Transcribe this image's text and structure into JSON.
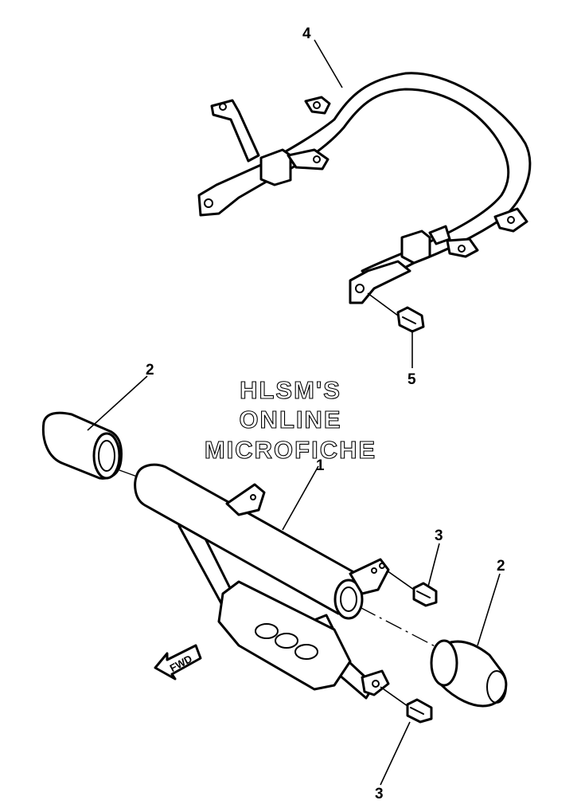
{
  "watermark": {
    "line1": "HLSM'S",
    "line2": "ONLINE",
    "line3": "MICROFICHE"
  },
  "callouts": {
    "part4": "4",
    "part5": "5",
    "part2_left": "2",
    "part1": "1",
    "part3_upper": "3",
    "part2_right": "2",
    "part3_lower": "3"
  },
  "direction_arrow": {
    "label": "FWD",
    "icon": "fwd-arrow-icon"
  }
}
